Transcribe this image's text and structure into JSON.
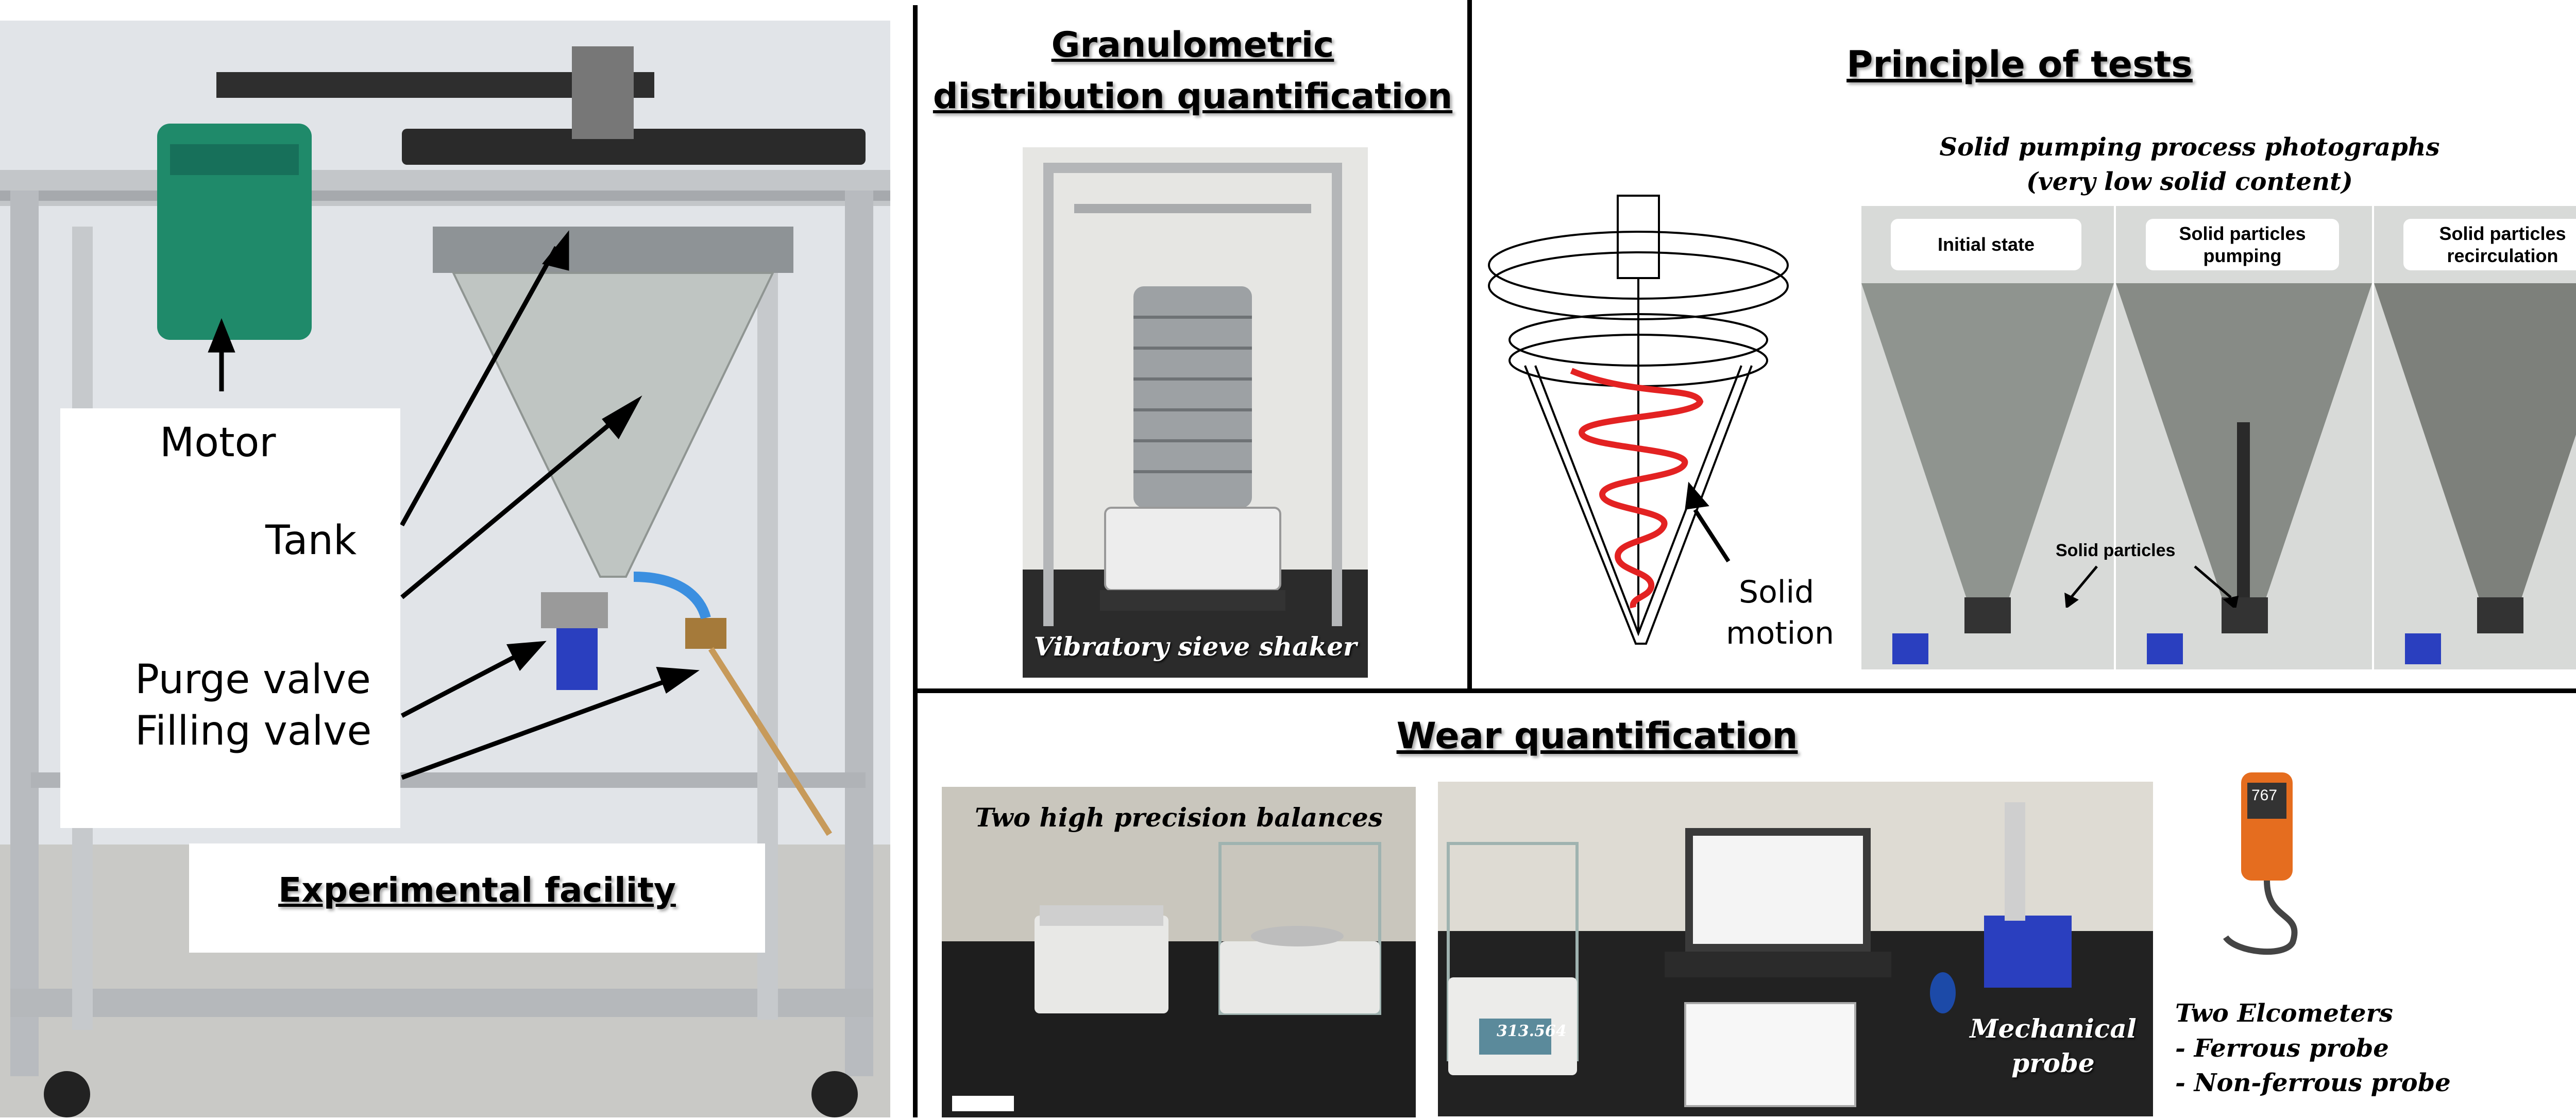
{
  "facility": {
    "labels": {
      "motor": "Motor",
      "tank": "Tank",
      "purge_valve": "Purge valve",
      "filling_valve": "Filling valve"
    },
    "caption": "Experimental facility"
  },
  "granulometry": {
    "title_line1": "Granulometric",
    "title_line2": "distribution quantification",
    "caption": "Vibratory sieve shaker"
  },
  "principle": {
    "title": "Principle of tests",
    "motion_label_line1": "Solid",
    "motion_label_line2": "motion",
    "photos_caption_line1": "Solid pumping process photographs",
    "photos_caption_line2": "(very low solid content)",
    "states": [
      {
        "label": "Initial state"
      },
      {
        "label": "Solid particles pumping"
      },
      {
        "label": "Solid particles recirculation"
      }
    ],
    "particles_label": "Solid particles"
  },
  "wear": {
    "title": "Wear quantification",
    "balances_caption": "Two high precision balances",
    "probe_caption_line1": "Mechanical",
    "probe_caption_line2": "probe",
    "balance_readout": "313.564",
    "elcometer_readout": "767",
    "elcometers": {
      "title": "Two Elcometers",
      "items": [
        "- Ferrous probe",
        "- Non-ferrous probe"
      ]
    }
  }
}
